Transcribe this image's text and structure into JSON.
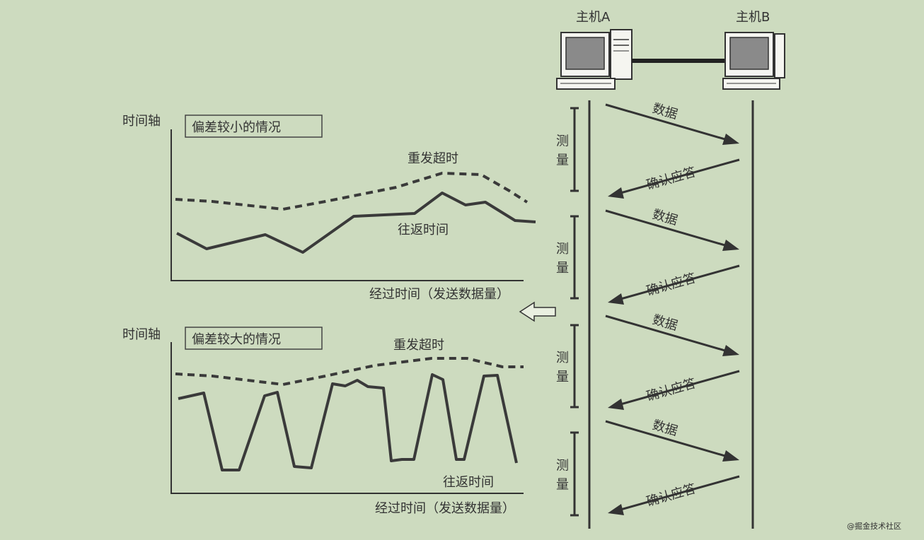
{
  "hosts": {
    "a": "主机A",
    "b": "主机B"
  },
  "arrows": {
    "data": "数据",
    "ack": "确认应答"
  },
  "measure": [
    "测",
    "量"
  ],
  "graph_small": {
    "title": "偏差较小的情况",
    "y_label": "时间轴",
    "x_label": "经过时间（发送数据量）",
    "timeout_label": "重发超时",
    "rtt_label": "往返时间"
  },
  "graph_large": {
    "title": "偏差较大的情况",
    "y_label": "时间轴",
    "x_label": "经过时间（发送数据量）",
    "timeout_label": "重发超时",
    "rtt_label": "往返时间"
  },
  "watermark": "@掘金技术社区"
}
